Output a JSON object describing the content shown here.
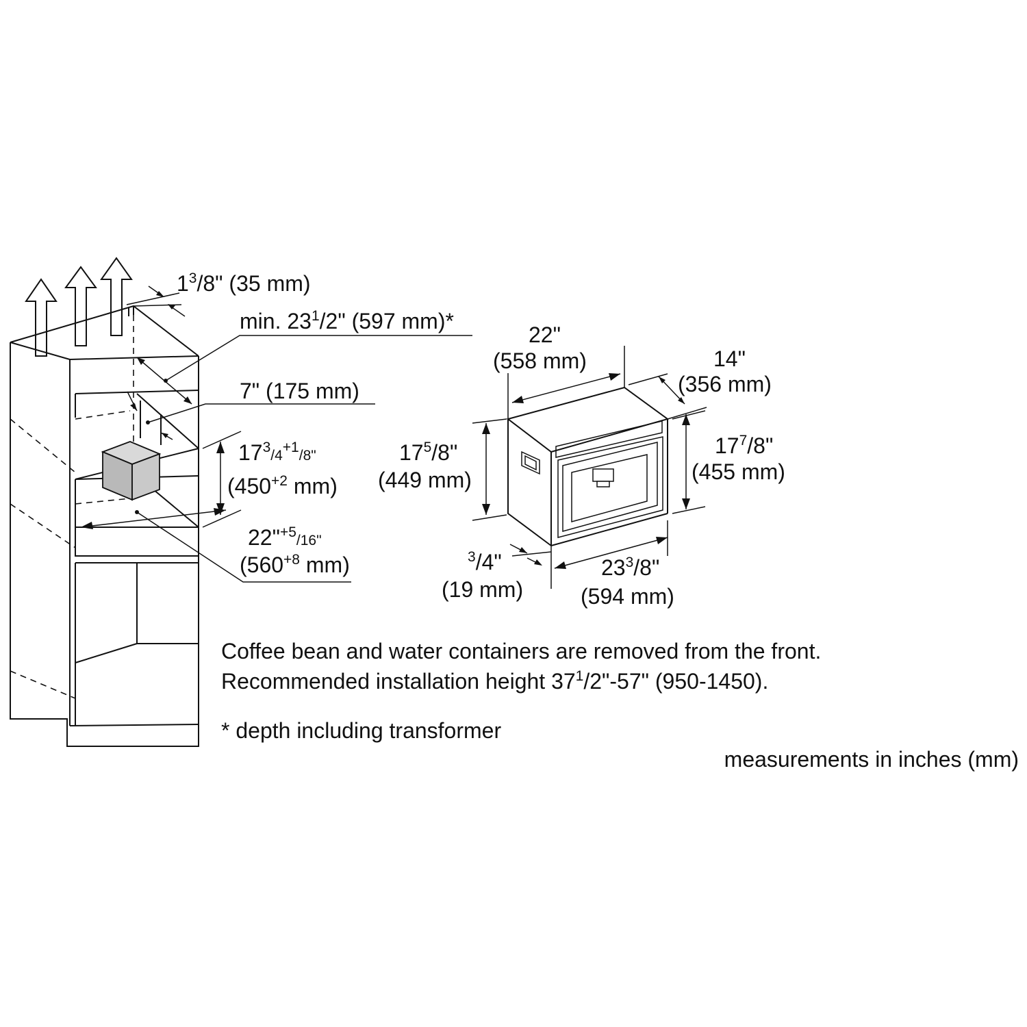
{
  "labels": {
    "clearance_top": {
      "main": "1",
      "sup": "3",
      "frac": "/8\"",
      "mm": " (35 mm)"
    },
    "min_depth": {
      "pre": "min. 23",
      "sup": "1",
      "frac": "/2\"",
      "mm": " (597 mm)*"
    },
    "depth_7": {
      "text": "7\" (175 mm)"
    },
    "niche_height": {
      "main": "17",
      "sup1": "3",
      "frac1": "/4",
      "sup2": "+1",
      "frac2": "/8\"",
      "mm_pre": "(450",
      "mm_sup": "+2",
      "mm_post": " mm)"
    },
    "niche_width": {
      "main": "22\"",
      "sup": "+5",
      "frac": "/16\"",
      "mm_pre": "(560",
      "mm_sup": "+8",
      "mm_post": " mm)"
    },
    "width_22": {
      "in": "22\"",
      "mm": "(558 mm)"
    },
    "depth_14": {
      "in": "14\"",
      "mm": "(356 mm)"
    },
    "height_17_5_8": {
      "main": "17",
      "sup": "5",
      "frac": "/8\"",
      "mm": "(449 mm)"
    },
    "height_17_7_8": {
      "main": "17",
      "sup": "7",
      "frac": "/8\"",
      "mm": "(455 mm)"
    },
    "front_3_4": {
      "sup": "3",
      "frac": "/4\"",
      "mm": "(19 mm)"
    },
    "width_23_3_8": {
      "main": "23",
      "sup": "3",
      "frac": "/8\"",
      "mm": "(594 mm)"
    }
  },
  "notes": {
    "line1": "Coffee bean and water containers are removed from the front.",
    "line2_pre": "Recommended installation height 37",
    "line2_sup": "1",
    "line2_post": "/2\"-57\" (950-1450).",
    "footnote": "* depth including transformer",
    "units": "measurements in inches (mm)"
  }
}
